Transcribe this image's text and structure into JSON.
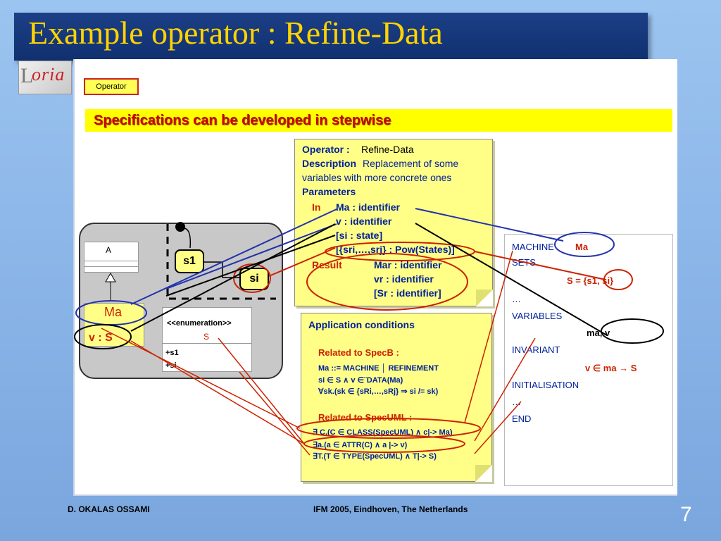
{
  "slide": {
    "title": "Example operator : Refine-Data",
    "operator_tag": "Operator",
    "banner": "Specifications can be developed in stepwise",
    "page_number": "7",
    "footer_left": "D. OKALAS OSSAMI",
    "footer_center": "IFM 2005, Eindhoven, The Netherlands",
    "logo_text": "oria",
    "logo_initial": "L"
  },
  "operator_note": {
    "operator_label": "Operator :",
    "operator_value": "Refine-Data",
    "description_label": "Description",
    "description_line1": "Replacement of some",
    "description_line2": "variables  with more concrete ones",
    "parameters_label": "Parameters",
    "in_label": "In",
    "in_params": [
      "Ma : identifier",
      "v : identifier",
      "[si : state]",
      "[{sri,…,srj} : Pow(States)]"
    ],
    "result_label": "Result",
    "result_params": [
      "Mar : identifier",
      "vr : identifier",
      "[Sr : identifier]"
    ]
  },
  "conditions_note": {
    "title": "Application conditions",
    "specb_label": "Related to SpecB :",
    "specb_lines": [
      "Ma ::= MACHINE │ REFINEMENT",
      "si ∈ S ∧ v ∈¨DATA(Ma)",
      "∀sk.(sk  ∈ {sRi,…,sRj} ⇒ si /= sk)"
    ],
    "specuml_label": "Related to SpecUML :",
    "specuml_lines": [
      "∃ C.(C ∈ CLASS(SpecUML) ∧ c|-> Ma)",
      "∃a.(a ∈ ATTR(C) ∧ a |-> v)",
      "∃T.(T  ∈ TYPE(SpecUML) ∧ T|-> S)"
    ]
  },
  "uml": {
    "class_a": "A",
    "class_ma": "Ma",
    "attr_v": "v : S",
    "enum_stereotype": "<<enumeration>>",
    "enum_name": "S",
    "enum_values": [
      "+s1",
      "+si"
    ],
    "state_s1": "s1",
    "state_si": "si"
  },
  "spec": {
    "machine_kw": "MACHINE",
    "machine_name": "Ma",
    "sets_kw": "SETS",
    "sets_value": "S = {s1, si}",
    "ellipsis1": "…",
    "variables_kw": "VARIABLES",
    "variables_value": "ma, v",
    "invariant_kw": "INVARIANT",
    "invariant_value": "v ∈ ma → S",
    "initialisation_kw": "INITIALISATION",
    "ellipsis2": "…",
    "end_kw": "END"
  },
  "colors": {
    "title_text": "#ffd400",
    "title_bar": "#1c3f86",
    "banner_bg": "#ffff00",
    "banner_text": "#cc0000",
    "note_bg": "#ffff88",
    "spec_text": "#00209a",
    "red_accent": "#cc2200",
    "blue_link": "#2233aa"
  }
}
